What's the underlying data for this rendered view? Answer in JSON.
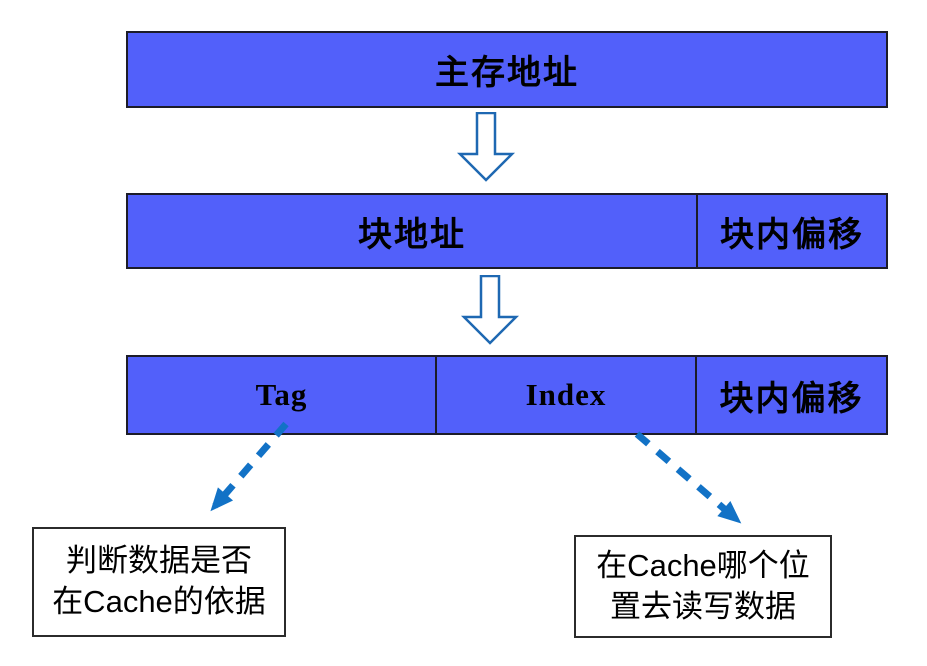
{
  "diagram": {
    "main_address": {
      "label": "主存地址"
    },
    "block_level": {
      "block_address": "块地址",
      "block_offset": "块内偏移"
    },
    "field_level": {
      "tag": "Tag",
      "index": "Index",
      "block_offset": "块内偏移"
    },
    "notes": {
      "tag_note": {
        "line1": "判断数据是否",
        "line2": "在Cache的依据"
      },
      "index_note": {
        "line1": "在Cache哪个位",
        "line2": "置去读写数据"
      }
    },
    "colors": {
      "bar_fill": "#5260FA",
      "bar_border": "#1c1c28",
      "flow_arrow": "#1E68B2",
      "dashed_arrow": "#1272C6",
      "note_border": "#2b2b2b",
      "text": "#000000"
    }
  }
}
